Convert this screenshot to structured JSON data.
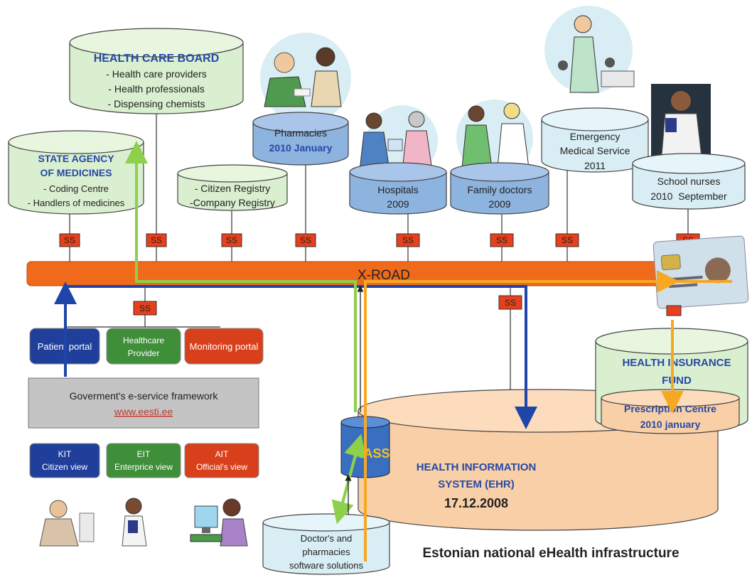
{
  "diagram": {
    "caption": "Estonian national eHealth infrastructure",
    "xroad": "X-ROAD",
    "ss": "SS",
    "health_care_board": {
      "title": "HEALTH CARE BOARD",
      "lines": [
        "- Health care providers",
        "- Health professionals",
        "- Dispensing chemists"
      ]
    },
    "state_agency": {
      "title_lines": [
        "STATE AGENCY",
        "OF MEDICINES"
      ],
      "lines": [
        "- Coding Centre",
        "- Handlers of medicines"
      ]
    },
    "registry": {
      "lines": [
        "- Citizen Registry",
        "-Company Registry"
      ]
    },
    "pharmacies": {
      "label": "Pharmacies",
      "date": "2010 January"
    },
    "hospitals": {
      "lines": [
        "Hospitals",
        "2009"
      ]
    },
    "family_doctors": {
      "lines": [
        "Family doctors",
        "2009"
      ]
    },
    "emergency": {
      "lines": [
        "Emergency",
        "Medical Service",
        "2011"
      ]
    },
    "school_nurses": {
      "lines": [
        "School nurses",
        "2010  September"
      ]
    },
    "portals": {
      "patient": "Patient portal",
      "healthcare_provider": [
        "Healthcare",
        "Provider"
      ],
      "monitoring": "Monitoring portal"
    },
    "framework": {
      "title": "Goverment's e-service framework",
      "link": "www.eesti.ee"
    },
    "views": {
      "kit": [
        "KIT",
        "Citizen view"
      ],
      "eit": [
        "EIT",
        "Enterprice view"
      ],
      "ait": [
        "AIT",
        "Official's view"
      ]
    },
    "wass": "WASS",
    "ehr": {
      "lines": [
        "HEALTH INFORMATION",
        "SYSTEM (EHR)"
      ],
      "date": "17.12.2008"
    },
    "doctors_software": {
      "lines": [
        "Doctor's and",
        "pharmacies",
        "software solutions"
      ]
    },
    "insurance": {
      "title_lines": [
        "HEALTH INSURANCE",
        "FUND"
      ],
      "prescription_lines": [
        "Prescription Centre",
        "2010 january"
      ]
    },
    "colors": {
      "xroad": "#f06a1c",
      "ss_box": "#e8401c",
      "green_cyl": "#d9efcf",
      "blue_cyl": "#8db3df",
      "lightblue_cyl": "#d8eef4",
      "ehr": "#f9cfa7",
      "arrow_blue": "#1f45a8",
      "arrow_green": "#8cd04c",
      "arrow_orange": "#f7a823"
    }
  }
}
